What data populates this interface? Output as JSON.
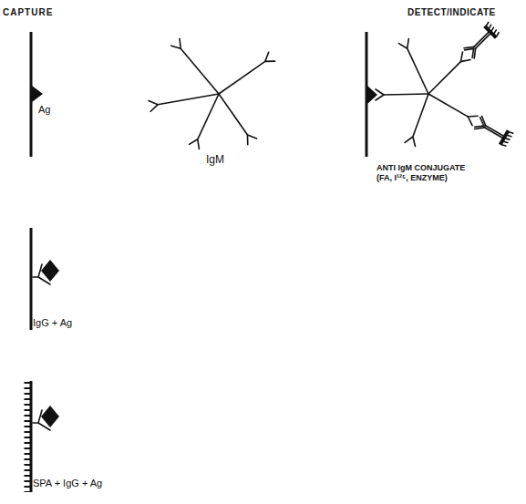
{
  "diagram": {
    "labels": [
      "CAPTURE",
      "DETECT/INDICATE",
      "Ag",
      "IgM",
      "ANTI IgM CONJUGATE (FA, I¹²⁵, ENZYME)",
      "IgG + Ag",
      "SPA + IgG + Ag"
    ]
  }
}
